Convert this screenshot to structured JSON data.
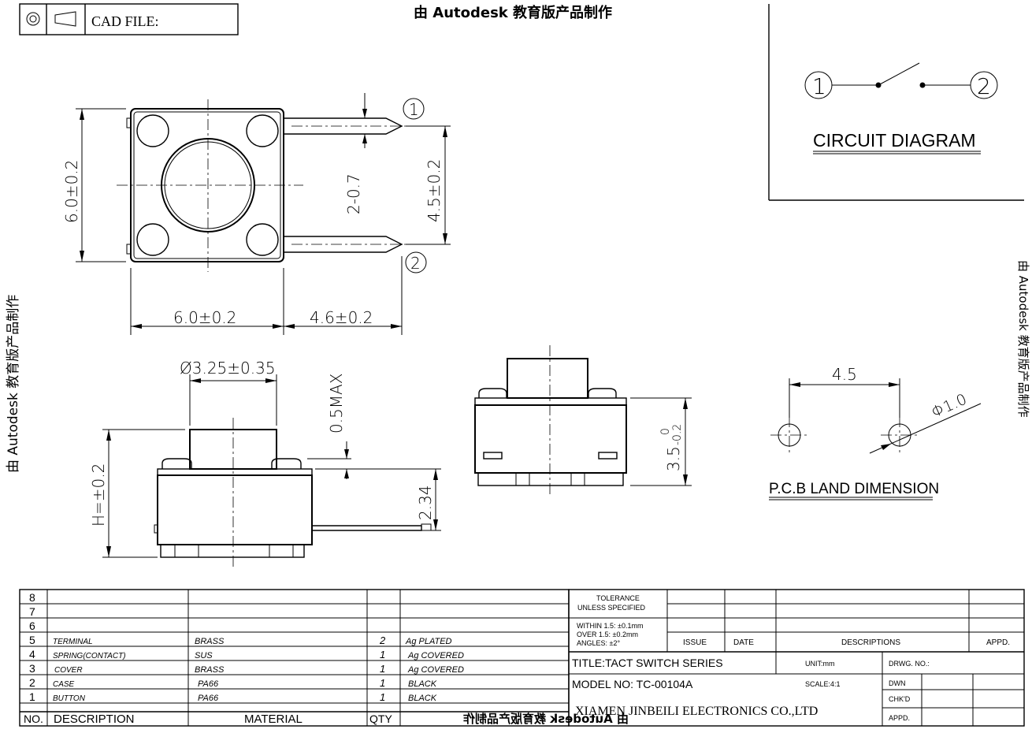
{
  "header": {
    "cad_file_label": "CAD FILE:"
  },
  "watermark": {
    "text": "由 Autodesk 教育版产品制作",
    "mirrored_text": "由 Autodesk 教育版产品制作"
  },
  "circuit": {
    "title": "CIRCUIT DIAGRAM",
    "pin1": "1",
    "pin2": "2"
  },
  "top_view": {
    "height_dim": "6.0±0.2",
    "width_dim": "6.0±0.2",
    "lead_dim": "4.6±0.2",
    "pitch_dim": "4.5±0.2",
    "pin_dia_dim": "2-0.7",
    "pin1_label": "1",
    "pin2_label": "2"
  },
  "side_view": {
    "plunger_dim": "Ø3.25±0.35",
    "max_dim": "0.5MAX",
    "height_dim": "H=±0.2",
    "base_dim": "2.34"
  },
  "front_view": {
    "height_dim_main": "3.5",
    "height_tol_upper": "0",
    "height_tol_lower": "-0.2"
  },
  "pcb": {
    "title": "P.C.B LAND DIMENSION",
    "spacing_dim": "4.5",
    "hole_dim": "Φ1.0"
  },
  "bom": {
    "empty_rows": [
      "8",
      "7",
      "6"
    ],
    "rows": [
      {
        "no": "5",
        "desc": "TERMINAL",
        "material": "BRASS",
        "qty": "2",
        "note": "Ag PLATED"
      },
      {
        "no": "4",
        "desc": "SPRING(CONTACT)",
        "material": "SUS",
        "qty": "1",
        "note": "Ag COVERED"
      },
      {
        "no": "3",
        "desc": "COVER",
        "material": "BRASS",
        "qty": "1",
        "note": "Ag COVERED"
      },
      {
        "no": "2",
        "desc": "CASE",
        "material": "PA66",
        "qty": "1",
        "note": "BLACK"
      },
      {
        "no": "1",
        "desc": "BUTTON",
        "material": "PA66",
        "qty": "1",
        "note": "BLACK"
      }
    ],
    "header": {
      "no": "NO.",
      "desc": "DESCRIPTION",
      "material": "MATERIAL",
      "qty": "QTY"
    }
  },
  "title_block": {
    "tolerance_line1": "TOLERANCE",
    "tolerance_line2": "UNLESS SPECIFIED",
    "within": "WITHIN 1.5: ±0.1mm",
    "over": "OVER 1.5:  ±0.2mm",
    "angles": "ANGLES: ±2°",
    "issue": "ISSUE",
    "date": "DATE",
    "descriptions": "DESCRIPTIONS",
    "appd_top": "APPD.",
    "title": "TITLE:TACT SWITCH SERIES",
    "model": "MODEL NO: TC-00104A",
    "company": "XIAMEN JINBEILI ELECTRONICS CO.,LTD",
    "unit": "UNIT:mm",
    "scale": "SCALE:4:1",
    "drwg_no": "DRWG. NO.:",
    "dwn": "DWN",
    "chkd": "CHK'D",
    "appd": "APPD."
  }
}
